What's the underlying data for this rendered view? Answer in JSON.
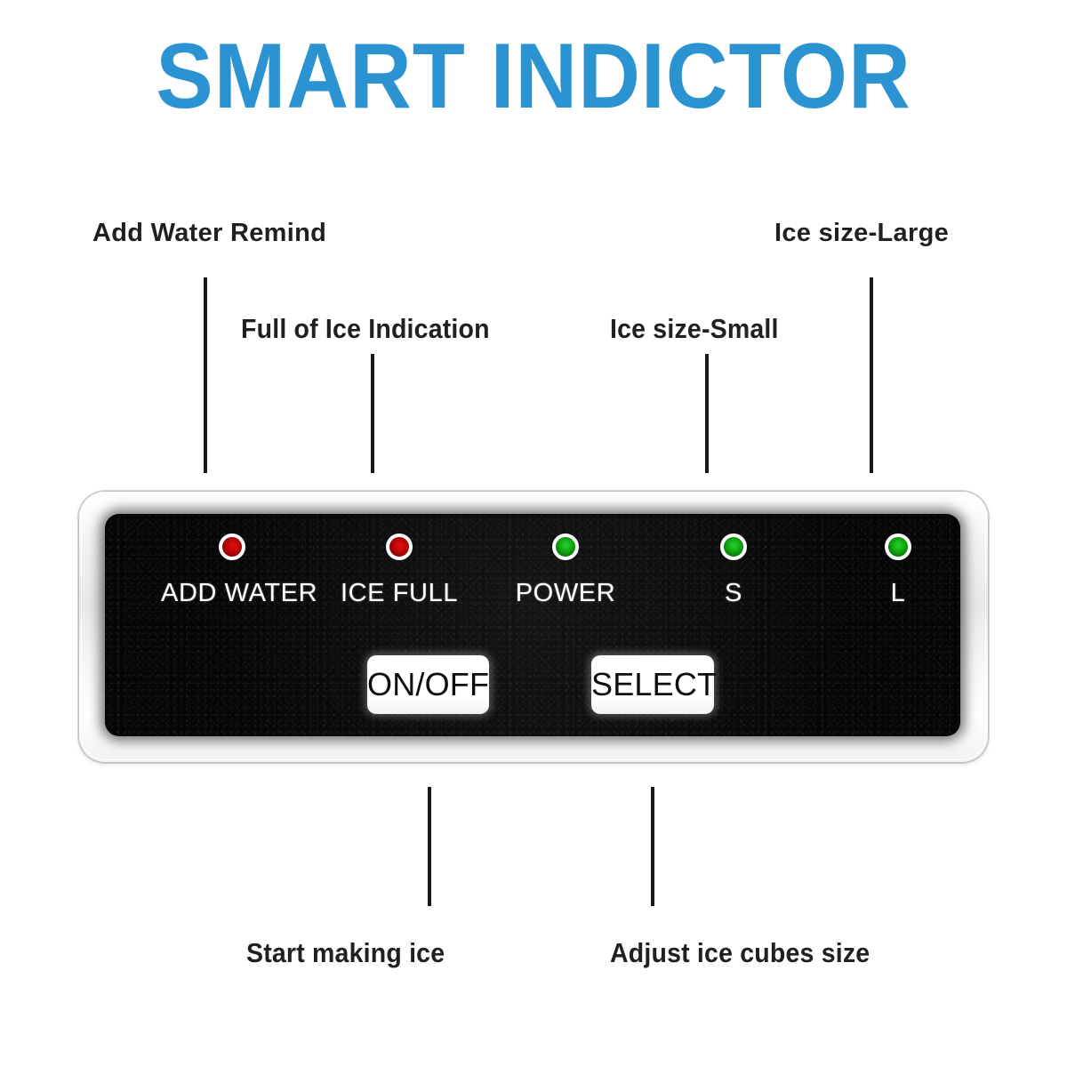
{
  "title": "SMART INDICTOR",
  "theme": {
    "title_color": "#2b93d1",
    "label_color": "#231f20",
    "leader_line_color": "#1a1a1a",
    "panel_face_color": "#080808",
    "bezel_color": "#f2f2f2",
    "led_red": "#c00606",
    "led_green": "#10ab10",
    "button_face": "#ffffff",
    "button_text": "#0d0d0d",
    "panel_label_color": "#ffffff"
  },
  "callouts": {
    "add_water_remind": "Add Water Remind",
    "full_of_ice_indication": "Full of Ice Indication",
    "ice_size_small": "Ice size-Small",
    "ice_size_large": "Ice size-Large",
    "start_making_ice": "Start making ice",
    "adjust_ice_cubes_size": "Adjust  ice cubes size"
  },
  "panel": {
    "indicators": [
      {
        "label": "ADD WATER",
        "color": "red",
        "icon": "led-red-icon",
        "name": "add-water"
      },
      {
        "label": "ICE FULL",
        "color": "red",
        "icon": "led-red-icon",
        "name": "ice-full"
      },
      {
        "label": "POWER",
        "color": "green",
        "icon": "led-green-icon",
        "name": "power"
      },
      {
        "label": "S",
        "color": "green",
        "icon": "led-green-icon",
        "name": "ice-size-small"
      },
      {
        "label": "L",
        "color": "green",
        "icon": "led-green-icon",
        "name": "ice-size-large"
      }
    ],
    "buttons": {
      "on_off": "ON/OFF",
      "select": "SELECT"
    }
  }
}
